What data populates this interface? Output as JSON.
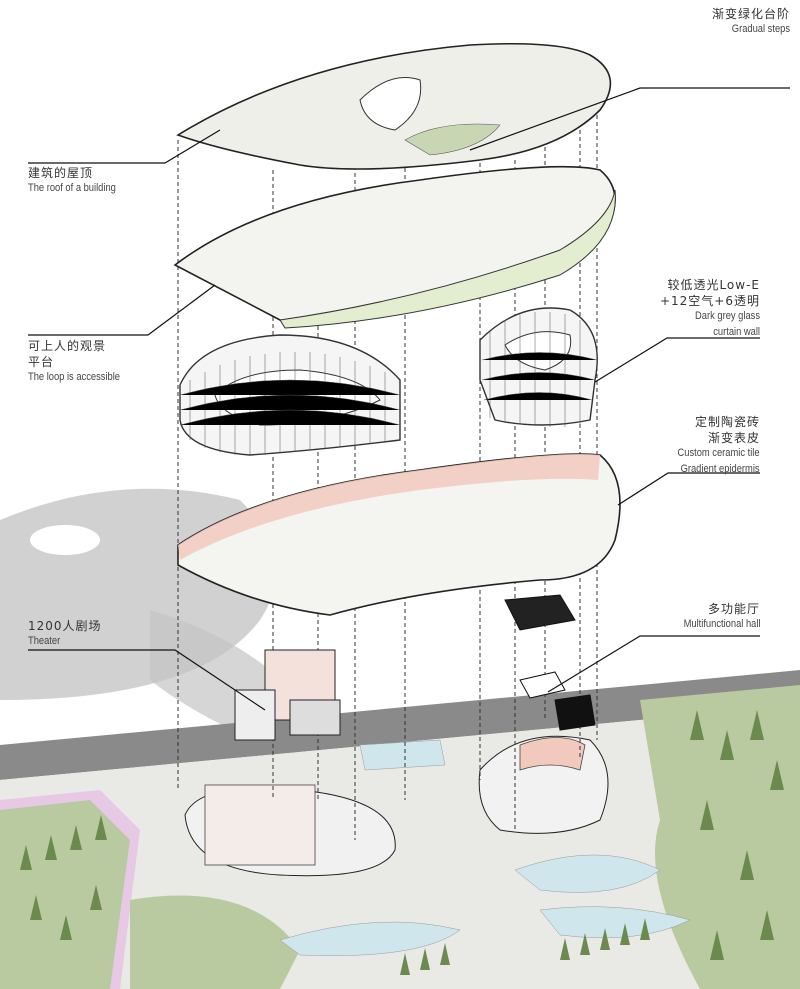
{
  "labels": {
    "gradual_steps": {
      "zh": "渐变绿化台阶",
      "en": "Gradual steps"
    },
    "roof": {
      "zh": "建筑的屋顶",
      "en": "The roof of a building"
    },
    "loop": {
      "zh1": "可上人的观景",
      "zh2": "平台",
      "en": "The loop is accessible"
    },
    "glass": {
      "zh1": "较低透光Low-E",
      "zh2": "+12空气+6透明",
      "en1": "Dark grey glass",
      "en2": "curtain wall"
    },
    "ceramic": {
      "zh1": "定制陶瓷砖",
      "zh2": "渐变表皮",
      "en1": "Custom ceramic tile",
      "en2": "Gradient epidermis"
    },
    "theater": {
      "zh": "1200人剧场",
      "en": "Theater"
    },
    "hall": {
      "zh": "多功能厅",
      "en": "Multifunctional hall"
    }
  },
  "colors": {
    "line": "#222222",
    "roof_fill": "#eeefe9",
    "green": "#e3eed0",
    "pink": "#f2c9bd",
    "ground": "#8a8a8a",
    "site": "#e9e9e6",
    "lawn": "#b9c9a0",
    "water": "#cfe6ec",
    "path": "#e7c9e6",
    "tree": "#6c8a4f"
  }
}
